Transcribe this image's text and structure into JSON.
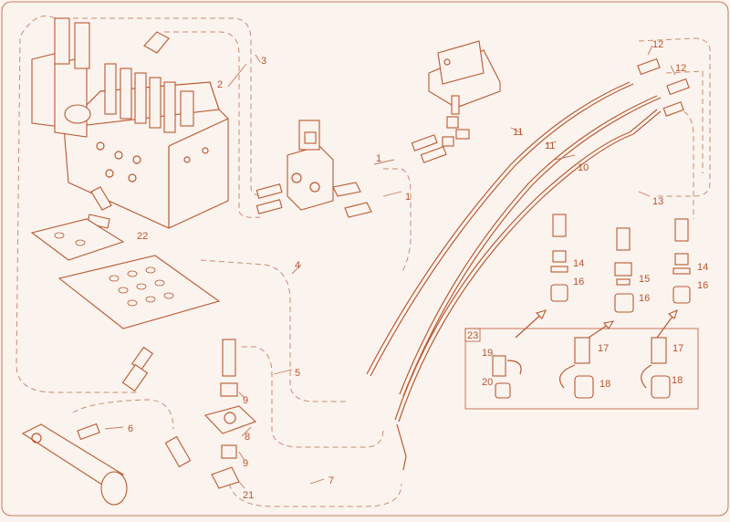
{
  "callouts": {
    "c1a": "1",
    "c1b": "1",
    "c2": "2",
    "c3": "3",
    "c4": "4",
    "c5": "5",
    "c6": "6",
    "c7": "7",
    "c8": "8",
    "c9a": "9",
    "c9b": "9",
    "c10": "10",
    "c11a": "11",
    "c11b": "11",
    "c12a": "12",
    "c12b": "12",
    "c13": "13",
    "c14a": "14",
    "c14b": "14",
    "c15": "15",
    "c16a": "16",
    "c16b": "16",
    "c16c": "16",
    "c17a": "17",
    "c17b": "17",
    "c18a": "18",
    "c18b": "18",
    "c19": "19",
    "c20": "20",
    "c21": "21",
    "c22": "22",
    "c23": "23"
  },
  "colors": {
    "line": "#b85a32",
    "background": "#fbf3ee",
    "label": "#b5552e"
  }
}
